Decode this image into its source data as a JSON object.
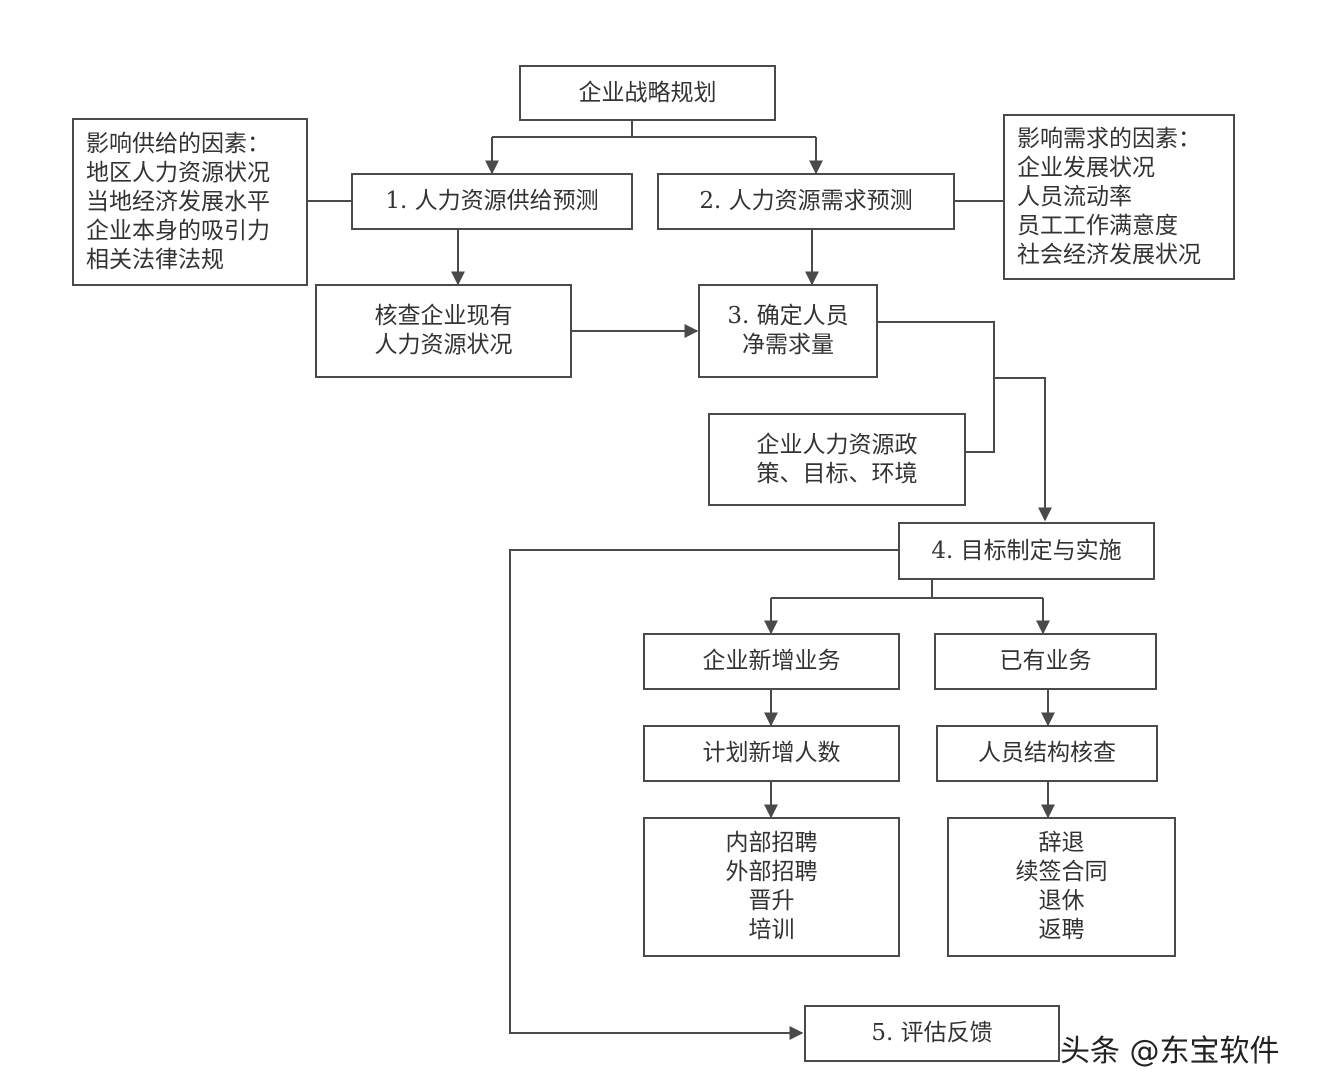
{
  "nodes": {
    "strategy": "企业战略规划",
    "supply_factors": [
      "影响供给的因素：",
      "地区人力资源状况",
      "当地经济发展水平",
      "企业本身的吸引力",
      "相关法律法规"
    ],
    "supply_forecast": "1. 人力资源供给预测",
    "demand_forecast": "2. 人力资源需求预测",
    "demand_factors": [
      "影响需求的因素：",
      "企业发展状况",
      "人员流动率",
      "员工工作满意度",
      "社会经济发展状况"
    ],
    "check_current": [
      "核查企业现有",
      "人力资源状况"
    ],
    "net_demand": [
      "3. 确定人员",
      "净需求量"
    ],
    "policy": [
      "企业人力资源政",
      "策、目标、环境"
    ],
    "goal_impl": "4. 目标制定与实施",
    "new_business": "企业新增业务",
    "existing_business": "已有业务",
    "plan_new_headcount": "计划新增人数",
    "structure_check": "人员结构核查",
    "new_actions": [
      "内部招聘",
      "外部招聘",
      "晋升",
      "培训"
    ],
    "existing_actions": [
      "辞退",
      "续签合同",
      "退休",
      "返聘"
    ],
    "feedback": "5. 评估反馈"
  },
  "watermark": "头条 @东宝软件",
  "colors": {
    "line": "#4a4a4a",
    "text": "#333333",
    "background": "#ffffff"
  }
}
